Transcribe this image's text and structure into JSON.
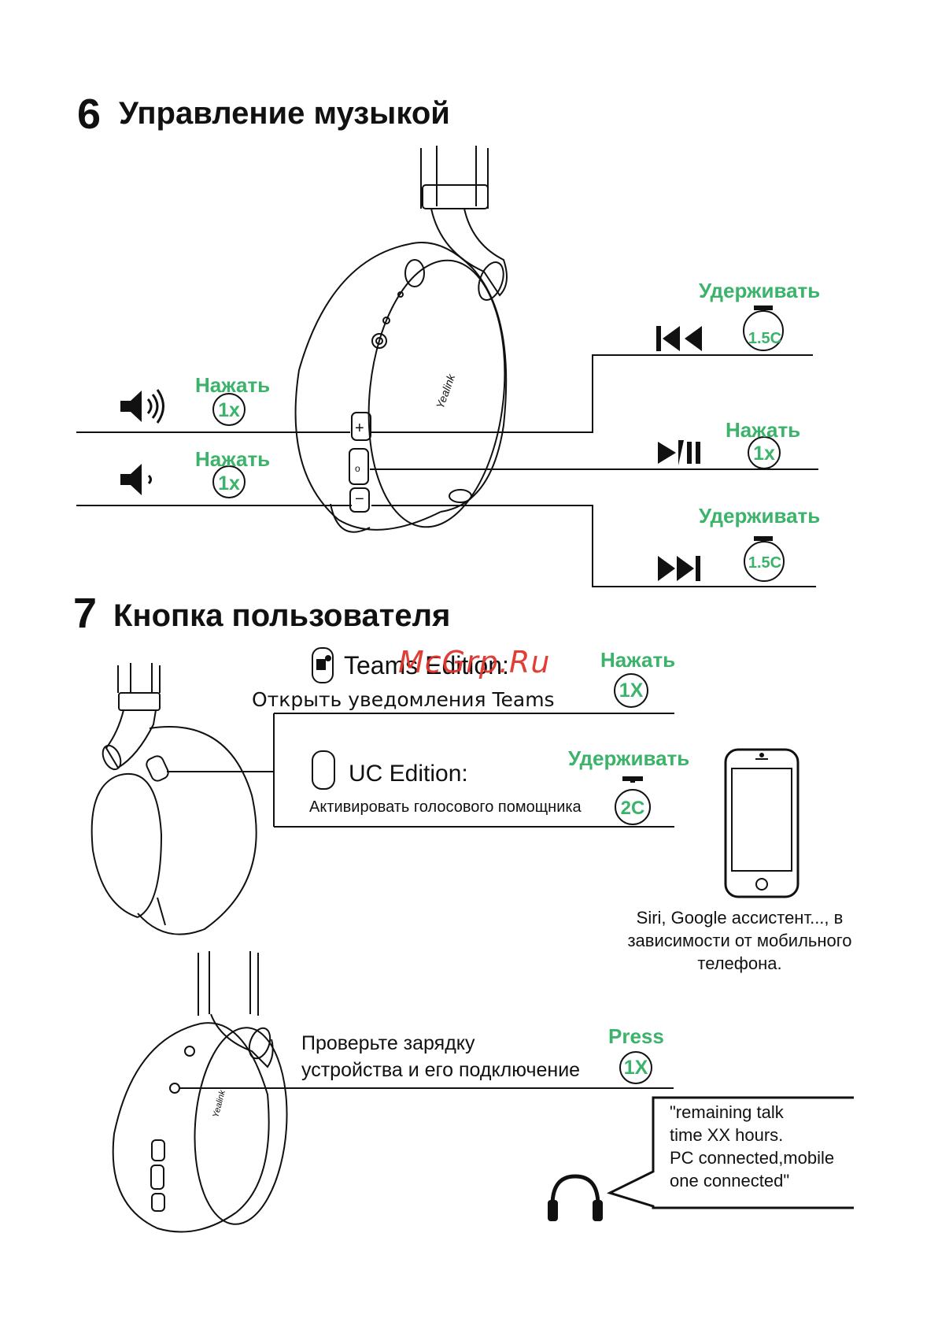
{
  "colors": {
    "accent": "#3bb36a",
    "line": "#111111",
    "watermark": "#e0342c"
  },
  "section6": {
    "number": "6",
    "title": "Управление музыкой",
    "vol_up": {
      "action": "Нажать",
      "count": "1x",
      "icon": "volume-up-icon"
    },
    "vol_down": {
      "action": "Нажать",
      "count": "1x",
      "icon": "volume-down-icon"
    },
    "prev": {
      "action": "Удерживать",
      "duration": "1.5C",
      "icon": "previous-track-icon"
    },
    "play": {
      "action": "Нажать",
      "count": "1x",
      "icon": "play-pause-icon"
    },
    "next": {
      "action": "Удерживать",
      "duration": "1.5C",
      "icon": "next-track-icon"
    },
    "brand": "Yealink"
  },
  "section7": {
    "number": "7",
    "title": "Кнопка пользователя",
    "watermark": "McGrp.Ru",
    "teams": {
      "edition": "Teams Edition:",
      "desc": "Открыть уведомления Teams",
      "action": "Нажать",
      "count": "1X"
    },
    "uc": {
      "edition": "UC Edition:",
      "desc": "Активировать голосового помощника",
      "action": "Удерживать",
      "duration": "2C"
    },
    "phone_caption": [
      "Siri, Google ассистент..., в",
      "зависимости от мобильного",
      "телефона."
    ]
  },
  "section8": {
    "text": [
      "Проверьте зарядку",
      "устройства и его подключение"
    ],
    "action": "Press",
    "count": "1X",
    "speech": [
      "\"remaining talk",
      "time XX hours.",
      "PC connected,mobile",
      "one connected\""
    ]
  }
}
